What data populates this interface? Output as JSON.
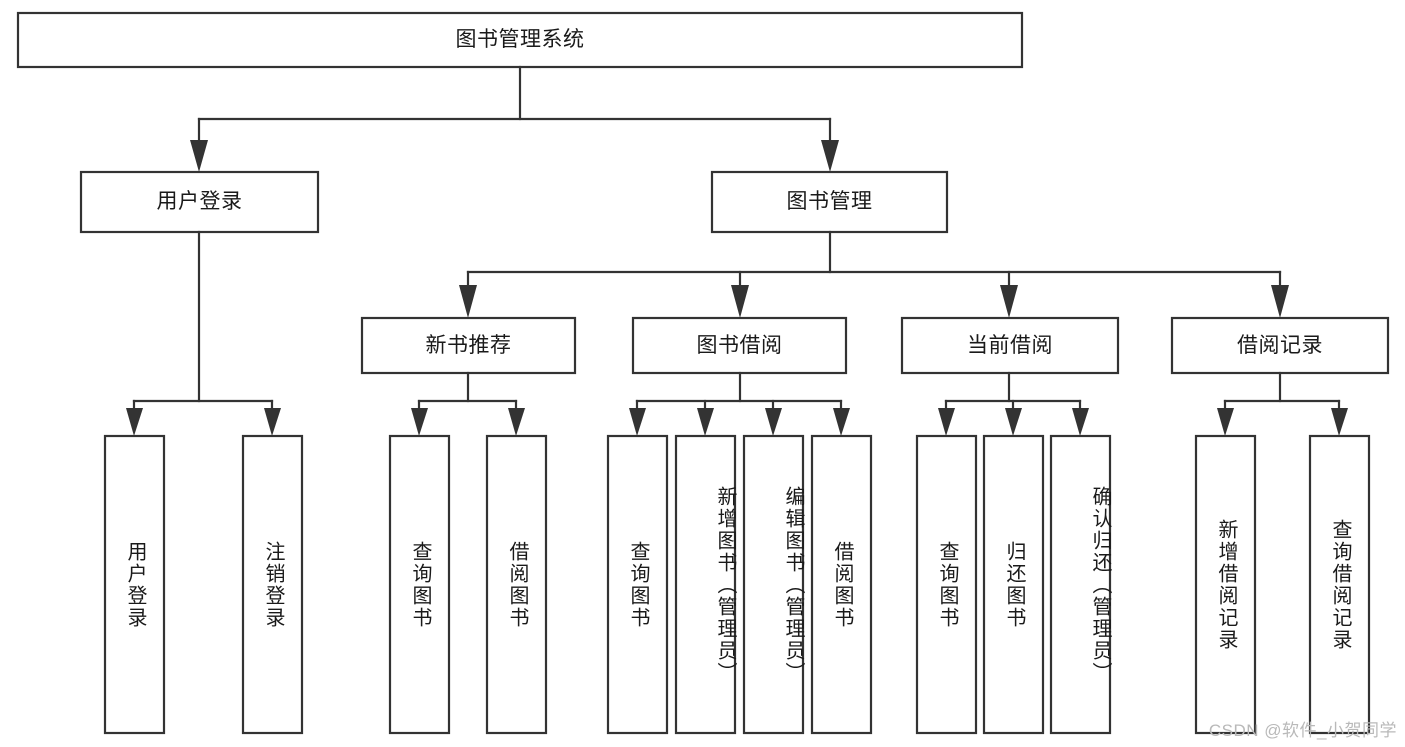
{
  "diagram": {
    "type": "tree-hierarchy-diagram",
    "title": "图书管理系统",
    "orientation": "top-down",
    "colors": {
      "background": "#ffffff",
      "box_fill": "#ffffff",
      "box_stroke": "#333333",
      "text": "#1a1a1a",
      "watermark": "#b9b9b9"
    },
    "root": {
      "label": "图书管理系统",
      "text_direction": "horizontal"
    },
    "level2": [
      {
        "label": "用户登录",
        "text_direction": "horizontal"
      },
      {
        "label": "图书管理",
        "text_direction": "horizontal"
      }
    ],
    "level3": [
      {
        "label": "新书推荐",
        "text_direction": "horizontal",
        "parent": "图书管理"
      },
      {
        "label": "图书借阅",
        "text_direction": "horizontal",
        "parent": "图书管理"
      },
      {
        "label": "当前借阅",
        "text_direction": "horizontal",
        "parent": "图书管理"
      },
      {
        "label": "借阅记录",
        "text_direction": "horizontal",
        "parent": "图书管理"
      }
    ],
    "leaves": [
      {
        "label": "用户登录",
        "text_direction": "vertical",
        "parent": "用户登录"
      },
      {
        "label": "注销登录",
        "text_direction": "vertical",
        "parent": "用户登录"
      },
      {
        "label": "查询图书",
        "text_direction": "vertical",
        "parent": "新书推荐"
      },
      {
        "label": "借阅图书",
        "text_direction": "vertical",
        "parent": "新书推荐"
      },
      {
        "label": "查询图书",
        "text_direction": "vertical",
        "parent": "图书借阅"
      },
      {
        "label": "新增图书（管理员）",
        "text_direction": "vertical",
        "parent": "图书借阅"
      },
      {
        "label": "编辑图书（管理员）",
        "text_direction": "vertical",
        "parent": "图书借阅"
      },
      {
        "label": "借阅图书",
        "text_direction": "vertical",
        "parent": "图书借阅"
      },
      {
        "label": "查询图书",
        "text_direction": "vertical",
        "parent": "当前借阅"
      },
      {
        "label": "归还图书",
        "text_direction": "vertical",
        "parent": "当前借阅"
      },
      {
        "label": "确认归还（管理员）",
        "text_direction": "vertical",
        "parent": "当前借阅"
      },
      {
        "label": "新增借阅记录",
        "text_direction": "vertical",
        "parent": "借阅记录"
      },
      {
        "label": "查询借阅记录",
        "text_direction": "vertical",
        "parent": "借阅记录"
      }
    ],
    "watermark": "CSDN @软件_小贺同学"
  }
}
